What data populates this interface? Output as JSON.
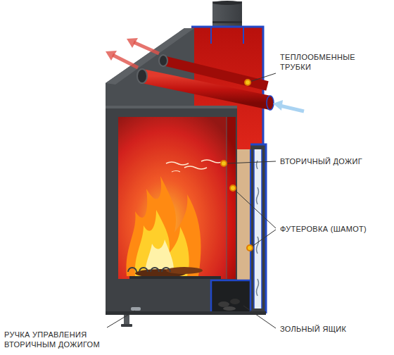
{
  "diagram": {
    "labels": [
      "ТЕПЛООБМЕННЫЕ ТРУБКИ",
      "ВТОРИЧНЫЙ ДОЖИГ",
      "ФУТЕРОВКА (ШАМОТ)",
      "ЗОЛЬНЫЙ ЯЩИК",
      "РУЧКА УПРАВЛЕНИЯ ВТОРИЧНЫМ ДОЖИГОМ"
    ]
  }
}
